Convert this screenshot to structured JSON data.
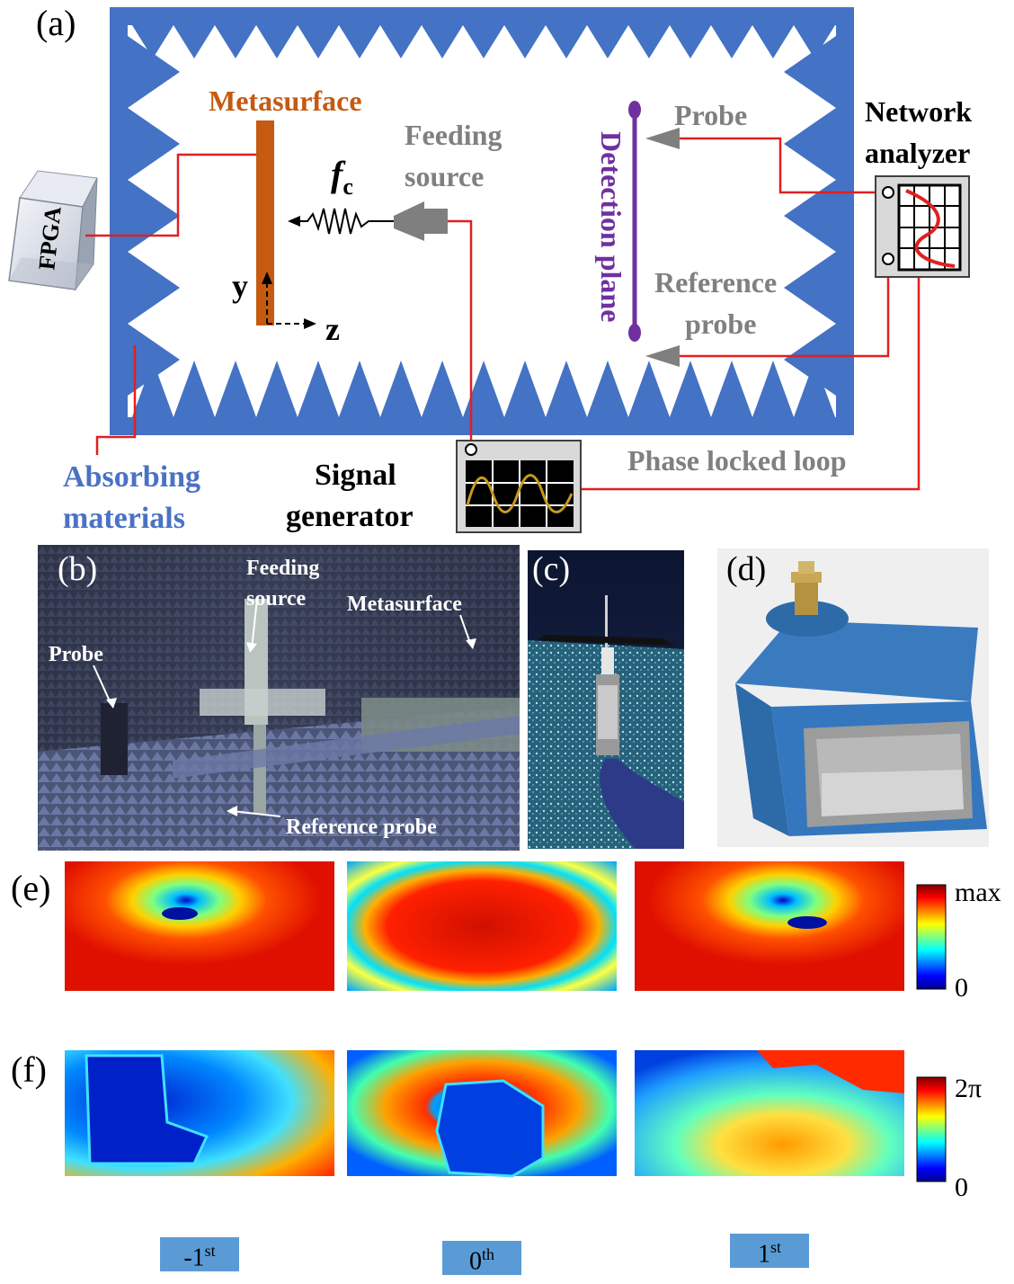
{
  "panel_labels": {
    "a": "(a)",
    "b": "(b)",
    "c": "(c)",
    "d": "(d)",
    "e": "(e)",
    "f": "(f)"
  },
  "diagram": {
    "metasurface": "Metasurface",
    "feeding_source_line1": "Feeding",
    "feeding_source_line2": "source",
    "fc_italic": "f",
    "fc_sub": "c",
    "axis_y": "y",
    "axis_z": "z",
    "detection_plane": "Detection plane",
    "probe": "Probe",
    "network_analyzer_line1": "Network",
    "network_analyzer_line2": "analyzer",
    "reference_probe_line1": "Reference",
    "reference_probe_line2": "probe",
    "fpga": "FPGA",
    "absorbing_line1": "Absorbing",
    "absorbing_line2": "materials",
    "signal_line1": "Signal",
    "signal_line2": "generator",
    "phase_locked_loop": "Phase locked loop"
  },
  "photo_b": {
    "feeding_line1": "Feeding",
    "feeding_line2": "source",
    "metasurface": "Metasurface",
    "probe": "Probe",
    "reference_probe": "Reference probe"
  },
  "colorbars": {
    "amplitude_max": "max",
    "amplitude_min": "0",
    "phase_max": "2π",
    "phase_min": "0"
  },
  "orders": [
    {
      "base": "-1",
      "sup": "st"
    },
    {
      "base": "0",
      "sup": "th"
    },
    {
      "base": "1",
      "sup": "st"
    }
  ],
  "colors": {
    "chamber_blue": "#4472c4",
    "metasurface_orange": "#c55a11",
    "detection_purple": "#7030a0",
    "signal_red": "#e02020",
    "gray_text": "#808080",
    "absorbing_blue": "#4a72c4",
    "order_box": "#5b9bd5"
  }
}
